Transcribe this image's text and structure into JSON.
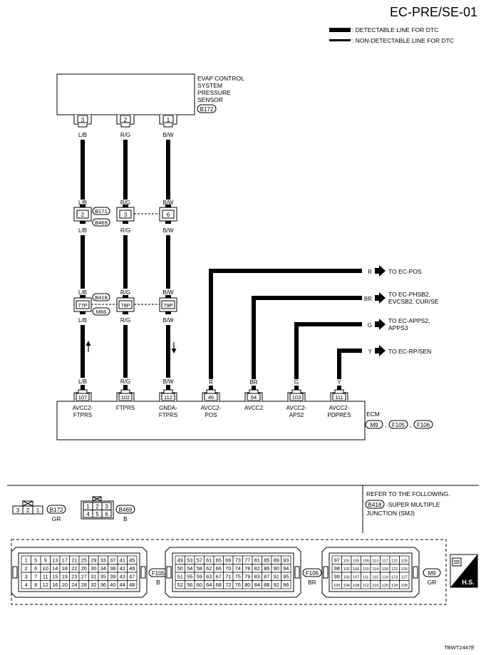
{
  "header": {
    "title": "EC-PRE/SE-01",
    "legend_detectable": ": DETECTABLE LINE FOR DTC",
    "legend_non_detectable": ": NON-DETECTABLE LINE FOR DTC"
  },
  "sensor": {
    "name_lines": [
      "EVAP CONTROL",
      "SYSTEM",
      "PRESSURE",
      "SENSOR"
    ],
    "connector": "B172",
    "pins": [
      "3",
      "2",
      "1"
    ]
  },
  "wire_colors": {
    "w1": [
      "L/B",
      "L/B",
      "L/B",
      "L/B",
      "L/B",
      "L/B"
    ],
    "w2": [
      "R/G",
      "R/G",
      "R/G",
      "R/G",
      "R/G",
      "R/G"
    ],
    "w3": [
      "B/W",
      "B/W",
      "B/W",
      "B/W",
      "B/W",
      "B/W"
    ]
  },
  "junction1": {
    "pins": [
      "2",
      "3",
      "6"
    ],
    "connector_top": "B171",
    "connector_bottom": "B469"
  },
  "junction2": {
    "pins": [
      "77P",
      "78P",
      "79P"
    ],
    "connector_top": "B418",
    "connector_bottom": "M66"
  },
  "outputs": [
    {
      "color": "R",
      "dest_lines": [
        "TO EC-POS"
      ]
    },
    {
      "color": "BR",
      "dest_lines": [
        "TO EC-PHSB2,",
        "EVCSB2, CUR/SE"
      ]
    },
    {
      "color": "G",
      "dest_lines": [
        "TO EC-APPS2,",
        "APPS3"
      ]
    },
    {
      "color": "Y",
      "dest_lines": [
        "TO EC-RP/SEN"
      ]
    }
  ],
  "ecm": {
    "label": "ECM",
    "connectors": [
      "M9",
      "F105",
      "F106"
    ],
    "separator": ",",
    "pins": [
      {
        "num": "107",
        "color": "L/B",
        "name_lines": [
          "AVCC2-",
          "FTPRS"
        ]
      },
      {
        "num": "102",
        "color": "R/G",
        "name_lines": [
          "FTPRS"
        ]
      },
      {
        "num": "112",
        "color": "B/W",
        "name_lines": [
          "GNDA-",
          "FTPRS"
        ]
      },
      {
        "num": "46",
        "color": "R",
        "name_lines": [
          "AVCC2-",
          "POS"
        ]
      },
      {
        "num": "64",
        "color": "BR",
        "name_lines": [
          "AVCC2"
        ]
      },
      {
        "num": "103",
        "color": "G",
        "name_lines": [
          "AVCC2-",
          "APS2"
        ]
      },
      {
        "num": "111",
        "color": "Y",
        "name_lines": [
          "AVCC2-",
          "PDPRES"
        ]
      }
    ]
  },
  "connectors_bottom": {
    "b172": {
      "pins": [
        "3",
        "2",
        "1"
      ],
      "id": "B172",
      "color": "GR"
    },
    "b469": {
      "pins_top": [
        "1",
        "2",
        "3"
      ],
      "pins_bottom": [
        "4",
        "5",
        "6"
      ],
      "id": "B469",
      "color": "B"
    },
    "refer_text": "REFER TO THE FOLLOWING.",
    "refer_id": "B418",
    "refer_desc_lines": [
      "-SUPER MULTIPLE",
      "JUNCTION (SMJ)"
    ]
  },
  "ecm_connectors": {
    "f105": {
      "id": "F105",
      "color": "B",
      "rows": [
        [
          "1",
          "5",
          "9",
          "13",
          "17",
          "21",
          "25",
          "29",
          "33",
          "37",
          "41",
          "45"
        ],
        [
          "2",
          "6",
          "10",
          "14",
          "18",
          "22",
          "26",
          "30",
          "34",
          "38",
          "42",
          "46"
        ],
        [
          "3",
          "7",
          "11",
          "15",
          "19",
          "23",
          "27",
          "31",
          "35",
          "39",
          "43",
          "47"
        ],
        [
          "4",
          "8",
          "12",
          "16",
          "20",
          "24",
          "28",
          "32",
          "36",
          "40",
          "44",
          "48"
        ]
      ]
    },
    "f106": {
      "id": "F106",
      "color": "BR",
      "rows": [
        [
          "49",
          "53",
          "57",
          "61",
          "65",
          "69",
          "73",
          "77",
          "81",
          "85",
          "89",
          "93"
        ],
        [
          "50",
          "54",
          "58",
          "62",
          "66",
          "70",
          "74",
          "78",
          "82",
          "86",
          "90",
          "94"
        ],
        [
          "51",
          "55",
          "59",
          "63",
          "67",
          "71",
          "75",
          "79",
          "83",
          "87",
          "91",
          "95"
        ],
        [
          "52",
          "56",
          "60",
          "64",
          "68",
          "72",
          "76",
          "80",
          "84",
          "88",
          "92",
          "96"
        ]
      ]
    },
    "m9": {
      "id": "M9",
      "color": "GR",
      "rows": [
        [
          "97",
          "101",
          "105",
          "109",
          "113",
          "117",
          "121",
          "125"
        ],
        [
          "98",
          "102",
          "106",
          "110",
          "114",
          "118",
          "122",
          "126"
        ],
        [
          "99",
          "103",
          "107",
          "111",
          "115",
          "119",
          "123",
          "127"
        ],
        [
          "100",
          "104",
          "108",
          "112",
          "116",
          "120",
          "124",
          "128"
        ]
      ]
    }
  },
  "hs_badge": "H.S.",
  "footer_code": "TBWT2447E",
  "style": {
    "line": "#000000",
    "background": "#ffffff"
  }
}
